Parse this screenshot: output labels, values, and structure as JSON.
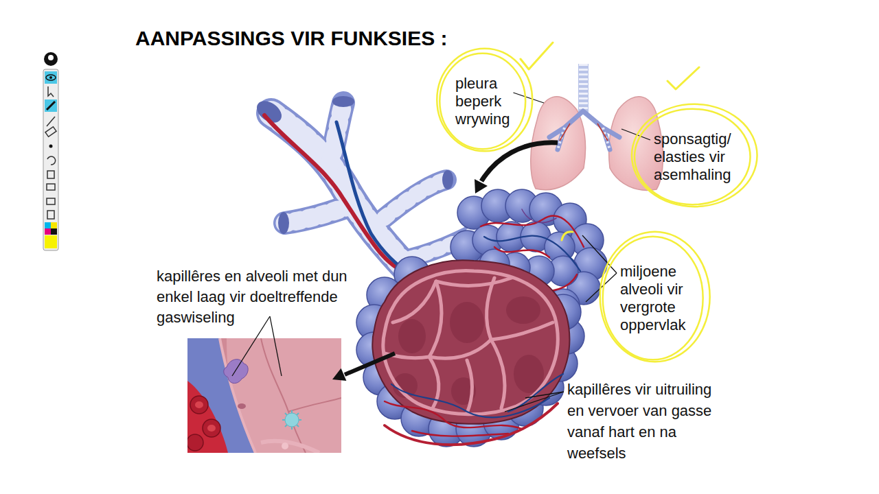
{
  "diagram": {
    "title": "AANPASSINGS VIR FUNKSIES :",
    "labels": [
      "pleura beperk wrywing",
      "sponsagtig/ elasties vir asemhaling",
      "miljoene alveoli vir vergrote oppervlak",
      "kapillêres en alveoli met dun enkel laag vir doeltreffende gaswiseling",
      "kapillêres vir uitruiling en vervoer van gasse vanaf hart en na weefsels"
    ]
  }
}
